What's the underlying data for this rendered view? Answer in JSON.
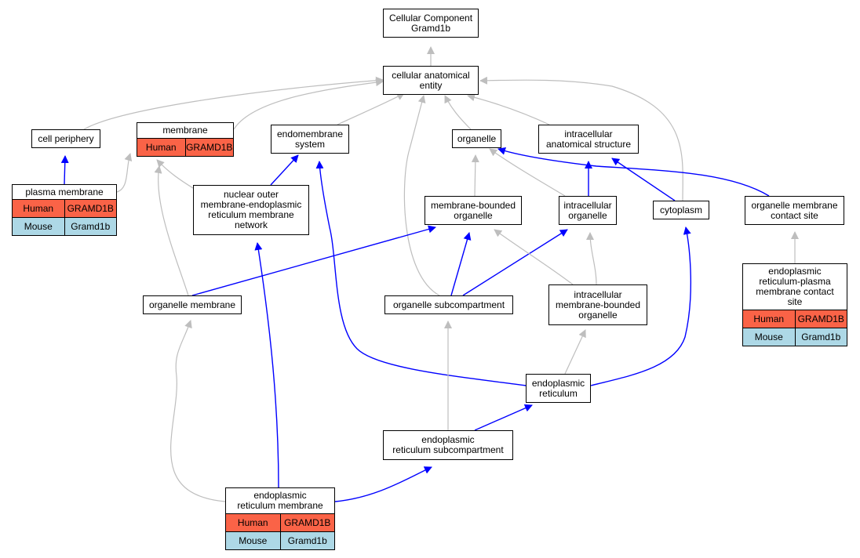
{
  "nodes": {
    "root": {
      "title": "Cellular Component\nGramd1b"
    },
    "cae": {
      "title": "cellular anatomical\nentity"
    },
    "cell_periphery": {
      "title": "cell periphery"
    },
    "membrane": {
      "title": "membrane",
      "rows": [
        {
          "species": "Human",
          "gene": "GRAMD1B"
        }
      ]
    },
    "endomembrane": {
      "title": "endomembrane\nsystem"
    },
    "organelle": {
      "title": "organelle"
    },
    "intracellular_as": {
      "title": "intracellular\nanatomical structure"
    },
    "plasma_membrane": {
      "title": "plasma membrane",
      "rows": [
        {
          "species": "Human",
          "gene": "GRAMD1B"
        },
        {
          "species": "Mouse",
          "gene": "Gramd1b"
        }
      ]
    },
    "nuclear_outer": {
      "title": "nuclear outer\nmembrane-endoplasmic\nreticulum membrane\nnetwork"
    },
    "mbo": {
      "title": "membrane-bounded\norganelle"
    },
    "intra_org": {
      "title": "intracellular\norganelle"
    },
    "cytoplasm": {
      "title": "cytoplasm"
    },
    "omcs": {
      "title": "organelle membrane\ncontact site"
    },
    "erpm": {
      "title": "endoplasmic\nreticulum-plasma\nmembrane contact\nsite",
      "rows": [
        {
          "species": "Human",
          "gene": "GRAMD1B"
        },
        {
          "species": "Mouse",
          "gene": "Gramd1b"
        }
      ]
    },
    "org_membrane": {
      "title": "organelle membrane"
    },
    "org_subcomp": {
      "title": "organelle subcompartment"
    },
    "imbo": {
      "title": "intracellular\nmembrane-bounded\norganelle"
    },
    "er": {
      "title": "endoplasmic\nreticulum"
    },
    "er_subcomp": {
      "title": "endoplasmic\nreticulum subcompartment"
    },
    "erm": {
      "title": "endoplasmic\nreticulum membrane",
      "rows": [
        {
          "species": "Human",
          "gene": "GRAMD1B"
        },
        {
          "species": "Mouse",
          "gene": "Gramd1b"
        }
      ]
    }
  },
  "edges": [
    {
      "from": "cae",
      "to": "root",
      "type": "is_a"
    },
    {
      "from": "cell_periphery",
      "to": "cae",
      "type": "is_a"
    },
    {
      "from": "membrane",
      "to": "cae",
      "type": "is_a"
    },
    {
      "from": "endomembrane",
      "to": "cae",
      "type": "is_a"
    },
    {
      "from": "organelle",
      "to": "cae",
      "type": "is_a"
    },
    {
      "from": "intracellular_as",
      "to": "cae",
      "type": "is_a"
    },
    {
      "from": "cytoplasm",
      "to": "cae",
      "type": "is_a"
    },
    {
      "from": "org_subcomp",
      "to": "cae",
      "type": "is_a"
    },
    {
      "from": "plasma_membrane",
      "to": "cell_periphery",
      "type": "part_of"
    },
    {
      "from": "plasma_membrane",
      "to": "membrane",
      "type": "is_a"
    },
    {
      "from": "nuclear_outer",
      "to": "membrane",
      "type": "is_a"
    },
    {
      "from": "nuclear_outer",
      "to": "endomembrane",
      "type": "part_of"
    },
    {
      "from": "org_membrane",
      "to": "membrane",
      "type": "is_a"
    },
    {
      "from": "mbo",
      "to": "organelle",
      "type": "is_a"
    },
    {
      "from": "intra_org",
      "to": "organelle",
      "type": "is_a"
    },
    {
      "from": "omcs",
      "to": "organelle",
      "type": "part_of"
    },
    {
      "from": "intra_org",
      "to": "intracellular_as",
      "type": "part_of"
    },
    {
      "from": "cytoplasm",
      "to": "intracellular_as",
      "type": "part_of"
    },
    {
      "from": "erpm",
      "to": "omcs",
      "type": "is_a"
    },
    {
      "from": "org_membrane",
      "to": "mbo",
      "type": "part_of"
    },
    {
      "from": "org_subcomp",
      "to": "mbo",
      "type": "part_of"
    },
    {
      "from": "org_subcomp",
      "to": "intra_org",
      "type": "part_of"
    },
    {
      "from": "imbo",
      "to": "mbo",
      "type": "is_a"
    },
    {
      "from": "imbo",
      "to": "intra_org",
      "type": "is_a"
    },
    {
      "from": "er",
      "to": "imbo",
      "type": "is_a"
    },
    {
      "from": "er",
      "to": "endomembrane",
      "type": "part_of"
    },
    {
      "from": "er",
      "to": "cytoplasm",
      "type": "part_of"
    },
    {
      "from": "er_subcomp",
      "to": "org_subcomp",
      "type": "is_a"
    },
    {
      "from": "er_subcomp",
      "to": "er",
      "type": "part_of"
    },
    {
      "from": "erm",
      "to": "org_membrane",
      "type": "is_a"
    },
    {
      "from": "erm",
      "to": "nuclear_outer",
      "type": "part_of"
    },
    {
      "from": "erm",
      "to": "er_subcomp",
      "type": "part_of"
    }
  ],
  "colors": {
    "is_a": "#bebebe",
    "part_of": "#0000ff",
    "human": "#fa6347",
    "mouse": "#add8e6"
  }
}
